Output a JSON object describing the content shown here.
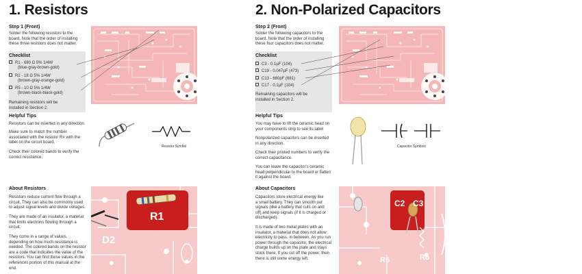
{
  "left": {
    "title": "1. Resistors",
    "step_title": "Step 1 (Front)",
    "step_text": [
      "Solder the following resistors to the",
      "board. Note that the order of installing",
      "these three resistors does not matter."
    ],
    "checklist_title": "Checklist",
    "checklist": [
      {
        "line1": "R1 - 680 Ω 5% 1/4W",
        "line2": "(blue-gray-brown-gold)"
      },
      {
        "line1": "R2 - 18 Ω 5% 1/4W",
        "line2": "(brown-gray-orange-gold)"
      },
      {
        "line1": "R5 - 10 Ω 5% 1/4W",
        "line2": "(brown-black-black-gold)"
      }
    ],
    "remaining": [
      "Remaining resistors will be",
      "installed in Section 2."
    ],
    "tips_title": "Helpful Tips",
    "tips": [
      [
        "Resistors can be inserted in any direction."
      ],
      [
        "Make sure to match the number",
        "associated with the resistor R# with the",
        "label on the circuit board."
      ],
      [
        "Check their colored bands to verify the",
        "correct resistance."
      ]
    ],
    "symbol_label": "Resistor Symbol",
    "about_title": "About Resistors",
    "about": [
      [
        "Resistors reduce current flow through a",
        "circuit. They can also be commonly used",
        "to adjust signal levels and divide voltages."
      ],
      [
        "They are made of an insulator, a material",
        "that limits electrons flowing through a",
        "circuit."
      ],
      [
        "They come in a range of values,",
        "depending on how much resistance is",
        "needed. The colored bands on the resistor",
        "are a code that indicates the value of the",
        "resistors. You can find these values in the",
        "references portion of this manual at the",
        "end."
      ]
    ],
    "photo_labels": {
      "r1": "R1",
      "d2": "D2"
    }
  },
  "right": {
    "title": "2. Non-Polarized Capacitors",
    "step_title": "Step 2 (Front)",
    "step_text": [
      "Solder the following capacitors to the",
      "board. Note that the order of installing",
      "these four capacitors does not matter."
    ],
    "checklist_title": "Checklist",
    "checklist": [
      {
        "line1": "C3 - 0.1µF (104)"
      },
      {
        "line1": "C19 - 0.047µF (473)"
      },
      {
        "line1": "C13 - 680pF (681)"
      },
      {
        "line1": "C17 - 0.1µF (104)"
      }
    ],
    "remaining": [
      "Remaining capacitors will be",
      "installed in Section 2."
    ],
    "tips_title": "Helpful Tips",
    "tips": [
      [
        "You may have to lift the ceramic head on",
        "your components strip to see its label"
      ],
      [
        "Nonpolarized capacitors can be inserted",
        "in any direction."
      ],
      [
        "Check their printed numbers to verify the",
        "correct capacitance."
      ],
      [
        "You can leave the capacitor's ceramic",
        "head perpendicular to the board or flatten",
        "it against the board."
      ]
    ],
    "symbol_label": "Capacitor Symbols",
    "about_title": "About Capacitors",
    "about": [
      [
        "Capacitors store electrical energy like",
        "a small battery. They can smooth out",
        "signals (like a battery that cuts on and",
        "off) and keep signals (if it is charged or",
        "discharged)."
      ],
      [
        "It is made of two metal plates with an",
        "insulator, a material that does not allow",
        "electricity to pass, in between. As you run",
        "power through the capacitor, the electrical",
        "charge builds up on the plate and stays",
        "stuck there. If you cut off the power, then",
        "there is still some energy left."
      ]
    ],
    "photo_labels": {
      "c2": "C2",
      "c3": "C3",
      "r5": "R5",
      "r6": "R6"
    }
  },
  "colors": {
    "board_pink": "#f4b6b6",
    "pad_red": "#c81e1e",
    "gray_box": "#e6e6e6"
  }
}
